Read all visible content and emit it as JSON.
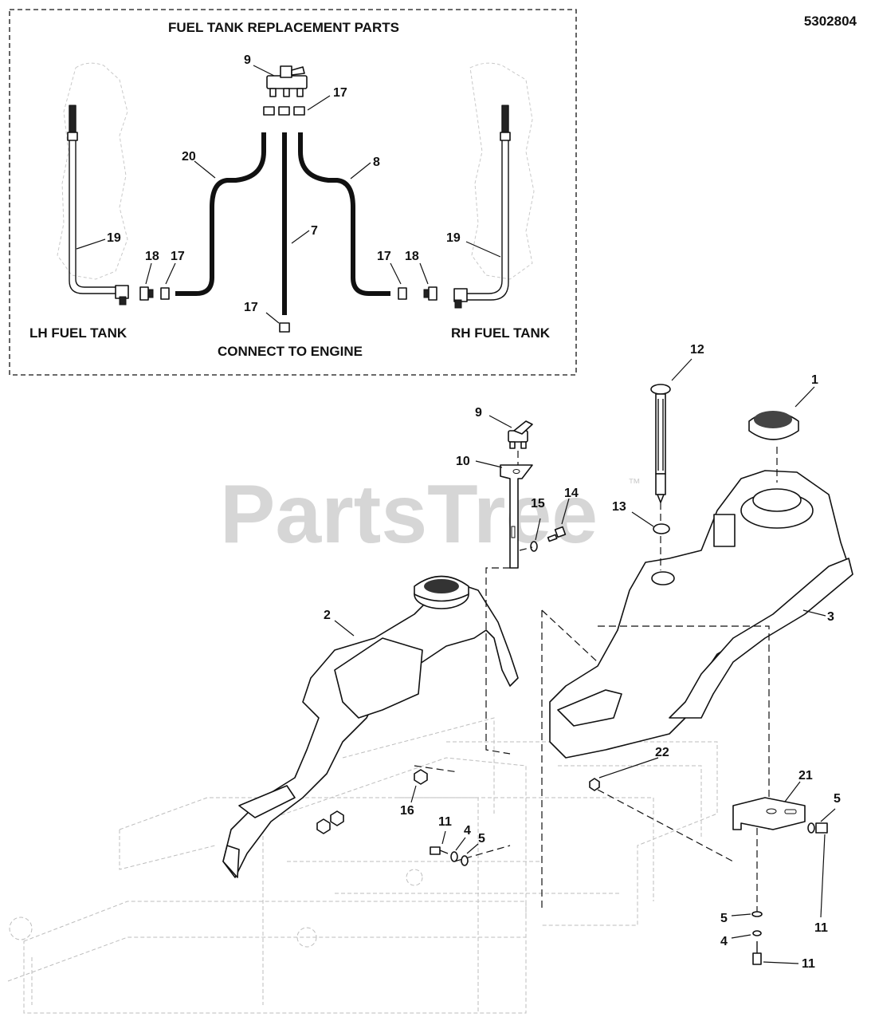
{
  "diagram_number": "5302804",
  "inset": {
    "title": "FUEL TANK REPLACEMENT PARTS",
    "lh_label": "LH FUEL TANK",
    "rh_label": "RH FUEL TANK",
    "engine_label": "CONNECT TO ENGINE",
    "callouts": {
      "valve": "9",
      "clamps_top": "17",
      "hose_left": "20",
      "hose_right": "8",
      "hose_engine": "7",
      "tube_left": "19",
      "tube_right": "19",
      "fitting_left": "18",
      "fitting_right": "18",
      "clamp_left": "17",
      "clamp_right": "17",
      "clamp_engine": "17"
    }
  },
  "main": {
    "callouts": {
      "cap": "1",
      "lh_tank": "2",
      "rh_tank": "3",
      "gauge": "12",
      "grommet": "13",
      "valve": "9",
      "bracket": "10",
      "bolt_14": "14",
      "washer_15": "15",
      "nut_16": "16",
      "bolt_11a": "11",
      "washer_4a": "4",
      "washer_5a": "5",
      "nut_22": "22",
      "bracket_21": "21",
      "washer_5b": "5",
      "washer_5c": "5",
      "washer_4b": "4",
      "bolt_11b": "11",
      "bolt_11c": "11"
    }
  },
  "watermark": {
    "text": "PartsTree",
    "tm": "™"
  }
}
